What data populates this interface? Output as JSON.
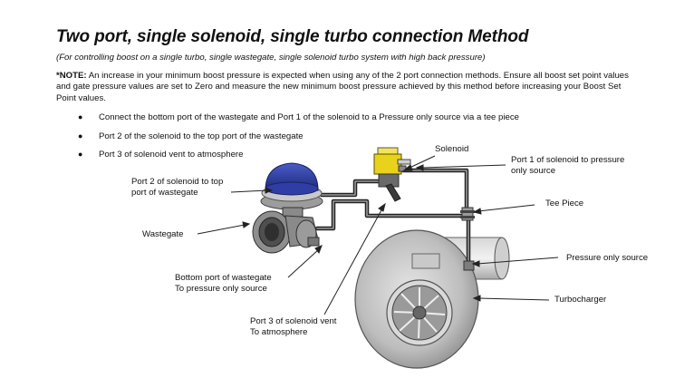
{
  "document": {
    "title": "Two port, single solenoid, single turbo connection Method",
    "subtitle": "(For controlling boost on a single turbo, single wastegate, single solenoid turbo system with high back pressure)",
    "note_prefix": "*NOTE:",
    "note_body": " An increase in your minimum boost pressure is expected when using any of the 2 port connection methods.  Ensure all boost set point values and gate pressure values are set to Zero and measure the new minimum boost pressure achieved by this method before increasing your Boost Set Point values.",
    "bullets": [
      "Connect the bottom port of the wastegate and Port 1 of the solenoid to a Pressure only source via a tee piece",
      "Port 2 of the solenoid to the top port of the wastegate",
      "Port 3 of solenoid vent to atmosphere"
    ]
  },
  "diagram": {
    "labels": {
      "solenoid": "Solenoid",
      "port1_line1": "Port 1 of solenoid to pressure",
      "port1_line2": "only source",
      "port2_line1": "Port 2 of solenoid to top",
      "port2_line2": "port of wastegate",
      "tee_piece": "Tee Piece",
      "wastegate": "Wastegate",
      "pressure_only_source": "Pressure only source",
      "bottom_port_line1": "Bottom port of wastegate",
      "bottom_port_line2": "To pressure only source",
      "turbocharger": "Turbocharger",
      "port3_line1": "Port 3 of solenoid vent",
      "port3_line2": "To atmosphere"
    },
    "colors": {
      "wastegate_cap": "#2a3a9a",
      "solenoid": "#e8d21c",
      "hose": "#222222",
      "turbo_body": "#b9b9b9"
    }
  }
}
